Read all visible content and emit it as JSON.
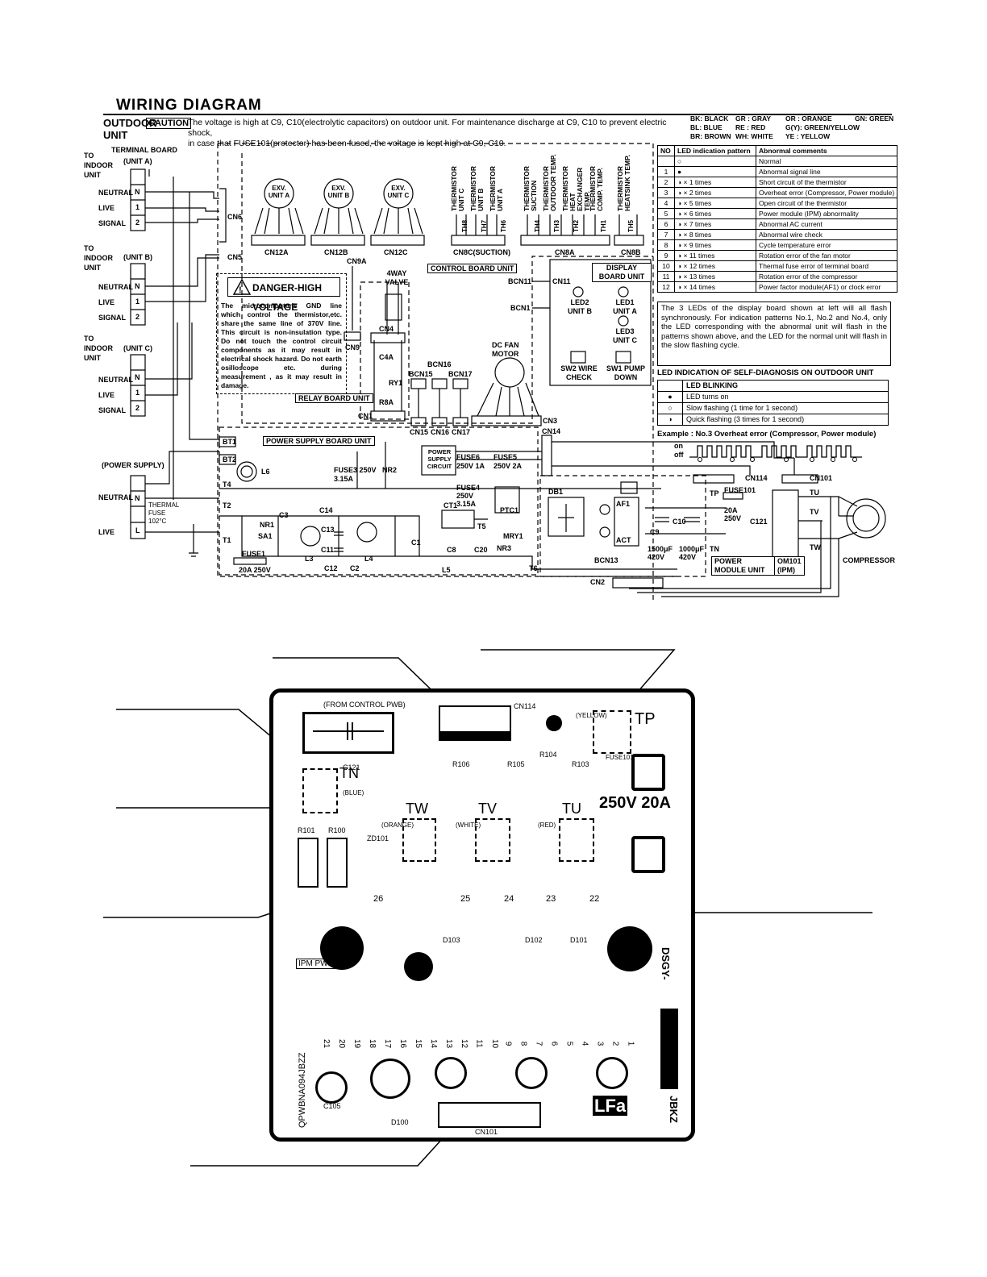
{
  "header": {
    "title": "WIRING  DIAGRAM",
    "unit_label": "OUTDOOR UNIT",
    "caution_label": "CAUTION",
    "caution_line1": "The voltage is high at C9, C10(electrolytic capacitors) on outdoor unit. For maintenance discharge at C9, C10 to prevent electric shock,",
    "caution_line2": "in case that FUSE101(protector) has been fused, the voltage is kept high at C9, C10."
  },
  "color_codes": [
    "BK: BLACK",
    "GR : GRAY",
    "OR : ORANGE",
    "GN: GREEN",
    "BL: BLUE",
    "RE : RED",
    "G(Y): GREEN/YELLOW",
    "BR: BROWN",
    "WH: WHITE",
    "YE : YELLOW"
  ],
  "led_table": {
    "headers": [
      "NO",
      "LED indication pattern",
      "Abnormal comments"
    ],
    "rows": [
      [
        "",
        "○",
        "Normal"
      ],
      [
        "1",
        "●",
        "Abnormal signal line"
      ],
      [
        "2",
        "◑ × 1 times",
        "Short circuit of the thermistor"
      ],
      [
        "3",
        "◑ × 2 times",
        "Overheat error (Compressor, Power module)"
      ],
      [
        "4",
        "◑ × 5 times",
        "Open circuit of the thermistor"
      ],
      [
        "5",
        "◑ × 6 times",
        "Power module (IPM) abnormality"
      ],
      [
        "6",
        "◑ × 7 times",
        "Abnormal AC current"
      ],
      [
        "7",
        "◑ × 8 times",
        "Abnormal wire check"
      ],
      [
        "8",
        "◑ × 9 times",
        "Cycle temperature error"
      ],
      [
        "9",
        "◑ × 11 times",
        "Rotation error of the fan motor"
      ],
      [
        "10",
        "◑ × 12 times",
        "Thermal fuse error of terminal board"
      ],
      [
        "11",
        "◑ × 13 times",
        "Rotation error of the compressor"
      ],
      [
        "12",
        "◑ × 14 times",
        "Power factor module(AF1) or clock error"
      ]
    ]
  },
  "led_note": "The 3 LEDs of the display board shown at left will all flash synchronously. For indication patterns No.1, No.2 and No.4, only the LED corresponding with the abnormal unit will flash in the patterns shown above, and the LED for the normal unit will flash in the slow flashing cycle.",
  "self_diag": {
    "title": "LED INDICATION OF SELF-DIAGNOSIS ON OUTDOOR UNIT",
    "header": "LED BLINKING",
    "rows": [
      [
        "●",
        "LED turns on"
      ],
      [
        "○",
        "Slow flashing (1 time for 1 second)"
      ],
      [
        "◑",
        "Quick flashing (3 times for 1 second)"
      ]
    ],
    "example": "Example : No.3  Overheat error (Compressor, Power module)",
    "on": "on",
    "off": "off"
  },
  "danger": {
    "title": "DANGER-HIGH VOLTAGE",
    "text": "The microcomputer's GND line which control the thermistor,etc. share the same line of 370V line. This circuit is non-insulation type. Do not touch the control circuit components as it may result in electrical shock hazard. Do not earth osilloscope etc. during measurement , as it may result in damage."
  },
  "left_labels": {
    "terminal_board": "TERMINAL BOARD",
    "to_indoor_unit": "TO INDOOR UNIT",
    "unit_a": "(UNIT A)",
    "unit_b": "(UNIT B)",
    "unit_c": "(UNIT C)",
    "neutral": "NEUTRAL",
    "live": "LIVE",
    "signal": "SIGNAL",
    "power_supply": "(POWER SUPPLY)",
    "thermal": "THERMAL",
    "fuse": "FUSE",
    "temp": "102°C",
    "term_n": "N",
    "term_1": "1",
    "term_2": "2",
    "term_l": "L"
  },
  "components": {
    "exv_a": "EXV. UNIT A",
    "exv_b": "EXV. UNIT B",
    "exv_c": "EXV. UNIT C",
    "cn12a": "CN12A",
    "cn12b": "CN12B",
    "cn12c": "CN12C",
    "cn8c": "CN8C(SUCTION)",
    "cn8a": "CN8A",
    "cn8b": "CN8B",
    "cn6": "CN6",
    "cn5": "CN5",
    "cn9a": "CN9A",
    "cn9": "CN9",
    "cn4": "CN4",
    "cn1": "CN1",
    "cn3": "CN3",
    "cn14": "CN14",
    "cn114": "CN114",
    "cn101": "CN101",
    "cn2": "CN2",
    "cn15": "CN15",
    "cn16": "CN16",
    "cn17": "CN17",
    "bcn15": "BCN15",
    "bcn16": "BCN16",
    "bcn17": "BCN17",
    "bcn11": "BCN11",
    "bcn1": "BCN1",
    "bcn13": "BCN13",
    "cn11": "CN11",
    "four_way": "4WAY VALVE",
    "control_board": "CONTROL BOARD UNIT",
    "display_board": "DISPLAY BOARD UNIT",
    "relay_board": "RELAY BOARD UNIT",
    "power_supply_board": "POWER SUPPLY BOARD UNIT",
    "power_module": "POWER MODULE UNIT",
    "ipm": "OM101 (IPM)",
    "dc_fan": "DC FAN MOTOR",
    "led2": "LED2 UNIT B",
    "led1": "LED1 UNIT A",
    "led3": "LED3 UNIT C",
    "sw2": "SW2 WIRE CHECK",
    "sw1": "SW1 PUMP DOWN",
    "power_supply_circuit": "POWER SUPPLY CIRCUIT",
    "fuse6": "FUSE6 250V 1A",
    "fuse5": "FUSE5 250V 2A",
    "fuse4": "FUSE4 250V 3.15A",
    "fuse3": "FUSE3 250V 3.15A",
    "fuse1": "FUSE1",
    "fuse1_rating": "20A 250V",
    "fuse101": "FUSE101",
    "fuse101_rating": "20A 250V",
    "compressor": "COMPRESSOR",
    "c9": "C9",
    "c10": "C10",
    "c121": "C121",
    "c9_value": "1500μF 420V",
    "c10_value": "1000μF 420V",
    "ptc1": "PTC1",
    "mry1": "MRY1",
    "ct1": "CT1",
    "db1": "DB1",
    "af1": "AF1",
    "act": "ACT",
    "nr1": "NR1",
    "nr2": "NR2",
    "nr3": "NR3",
    "sa1": "SA1",
    "l3": "L3",
    "l4": "L4",
    "l5": "L5",
    "l6": "L6",
    "c1": "C1",
    "c2": "C2",
    "c3": "C3",
    "c8": "C8",
    "c11": "C11",
    "c12": "C12",
    "c13": "C13",
    "c14": "C14",
    "c20": "C20",
    "t1": "T1",
    "t2": "T2",
    "t4": "T4",
    "t5": "T5",
    "t6": "T6",
    "bt1": "BT1",
    "bt2": "BT2",
    "ry1": "RY1",
    "c4a": "C4A",
    "r8a": "R8A",
    "tp": "TP",
    "tn": "TN",
    "tu": "TU",
    "tv": "TV",
    "tw": "TW",
    "thermistors": [
      {
        "tag": "TH8",
        "name": "THERMISTOR UNIT C"
      },
      {
        "tag": "TH7",
        "name": "THERMISTOR UNIT B"
      },
      {
        "tag": "TH6",
        "name": "THERMISTOR UNIT A"
      },
      {
        "tag": "TH4",
        "name": "THERMISTOR SUCTION"
      },
      {
        "tag": "TH3",
        "name": "THERMISTOR OUTDOOR TEMP."
      },
      {
        "tag": "TH2",
        "name": "THERMISTOR HEAT EXCHANGER TEMP."
      },
      {
        "tag": "TH1",
        "name": "THERMISTOR COMP. TEMP."
      },
      {
        "tag": "TH5",
        "name": "THERMISTOR HEATSINK TEMP."
      }
    ]
  },
  "pcb": {
    "from_control": "(FROM CONTROL PWB)",
    "cn114": "CN114",
    "cn101": "CN101",
    "yellow": "(YELLOW)",
    "blue": "(BLUE)",
    "orange": "(ORANGE)",
    "white": "(WHITE)",
    "red": "(RED)",
    "tp": "TP",
    "tn": "TN",
    "tw": "TW",
    "tv": "TV",
    "tu": "TU",
    "fuse101": "FUSE101",
    "rating": "250V 20A",
    "c121": "C121",
    "r106": "R106",
    "r105": "R105",
    "r104": "R104",
    "r103": "R103",
    "r101": "R101",
    "r100": "R100",
    "zd101": "ZD101",
    "ipm_pwb": "IPM PWB",
    "part_no": "QPWBNA094JBZZ",
    "dsgy": "DSGY-",
    "jbkz": "JBKZ",
    "pin_numbers": [
      "26",
      "25",
      "24",
      "23",
      "22"
    ],
    "bottom_pins": [
      "21",
      "20",
      "19",
      "18",
      "17",
      "16",
      "15",
      "14",
      "13",
      "12",
      "11",
      "10",
      "9",
      "8",
      "7",
      "6",
      "5",
      "4",
      "3",
      "2",
      "1"
    ],
    "logo": "LFa",
    "c105": "C105",
    "d100": "D100",
    "d101": "D101",
    "d102": "D102",
    "d103": "D103"
  }
}
